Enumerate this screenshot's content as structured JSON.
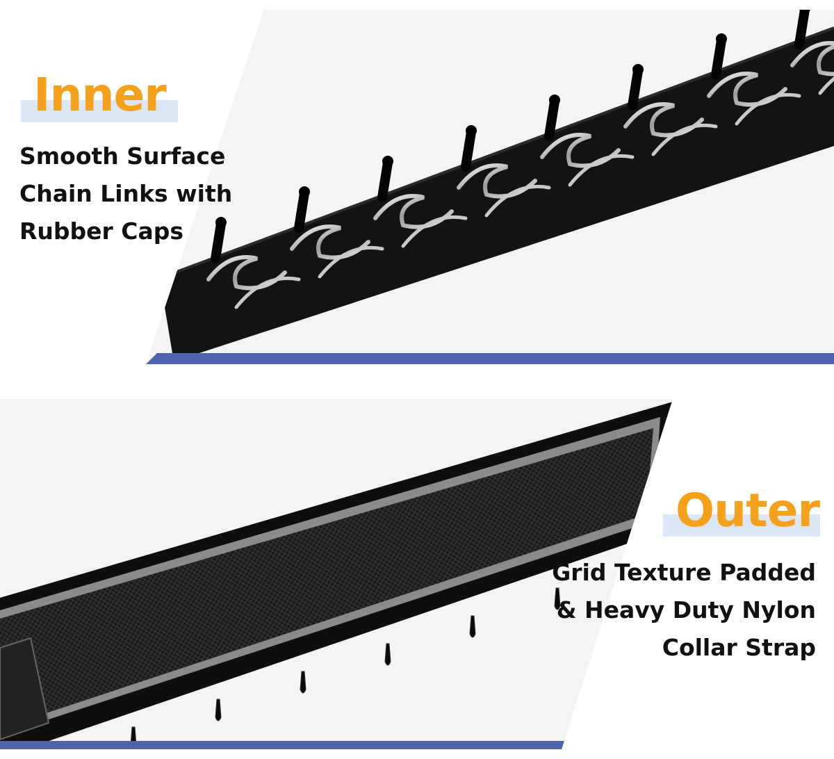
{
  "colors": {
    "accent_orange": "#f6a11b",
    "accent_blue": "#5064ae",
    "highlight": "#dbe6f6",
    "text": "#111111",
    "strap_black": "#141414",
    "reflective_gray": "#8b8b8b",
    "chrome": "#d8d8d8"
  },
  "inner": {
    "heading": "Inner",
    "lines": [
      "Smooth Surface",
      "Chain Links with",
      "Rubber Caps"
    ]
  },
  "outer": {
    "heading": "Outer",
    "lines": [
      "Grid Texture Padded",
      "& Heavy Duty Nylon",
      "Collar Strap"
    ]
  }
}
